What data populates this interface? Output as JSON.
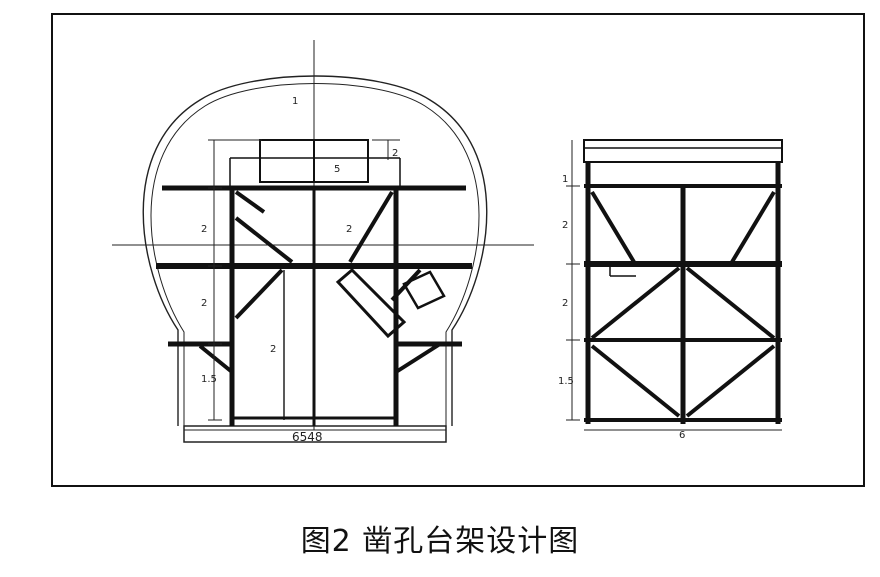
{
  "caption": "图2  凿孔台架设计图",
  "width_label": "6548",
  "front_view": {
    "dim_labels": [
      "1",
      "5",
      "2",
      "2",
      "2",
      "2",
      "1.5",
      "2"
    ]
  },
  "side_view": {
    "dim_labels": [
      "1",
      "2",
      "2",
      "1.5",
      "6"
    ]
  }
}
